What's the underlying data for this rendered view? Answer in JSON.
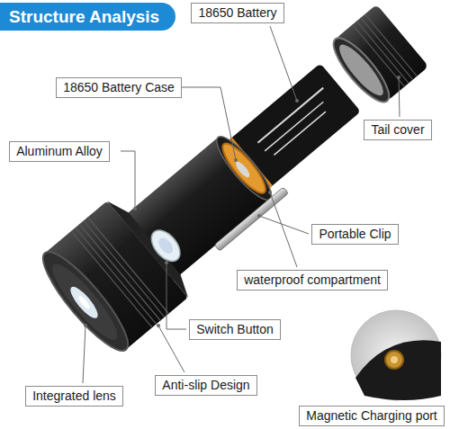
{
  "diagram": {
    "title": "Structure Analysis",
    "nodes": [
      {
        "text": [
          "18650 Battery"
        ]
      },
      {
        "text": [
          "18650 Battery Case"
        ]
      },
      {
        "text": [
          "Aluminum Alloy"
        ]
      },
      {
        "text": [
          "Tail cover"
        ]
      },
      {
        "text": [
          "Portable Clip"
        ]
      },
      {
        "text": [
          "waterproof compartment"
        ]
      },
      {
        "text": [
          "Switch Button"
        ]
      },
      {
        "text": [
          "Integrated lens"
        ]
      },
      {
        "text": [
          "Anti-slip Design"
        ]
      },
      {
        "text": [
          "Magnetic Charging port"
        ]
      }
    ]
  }
}
